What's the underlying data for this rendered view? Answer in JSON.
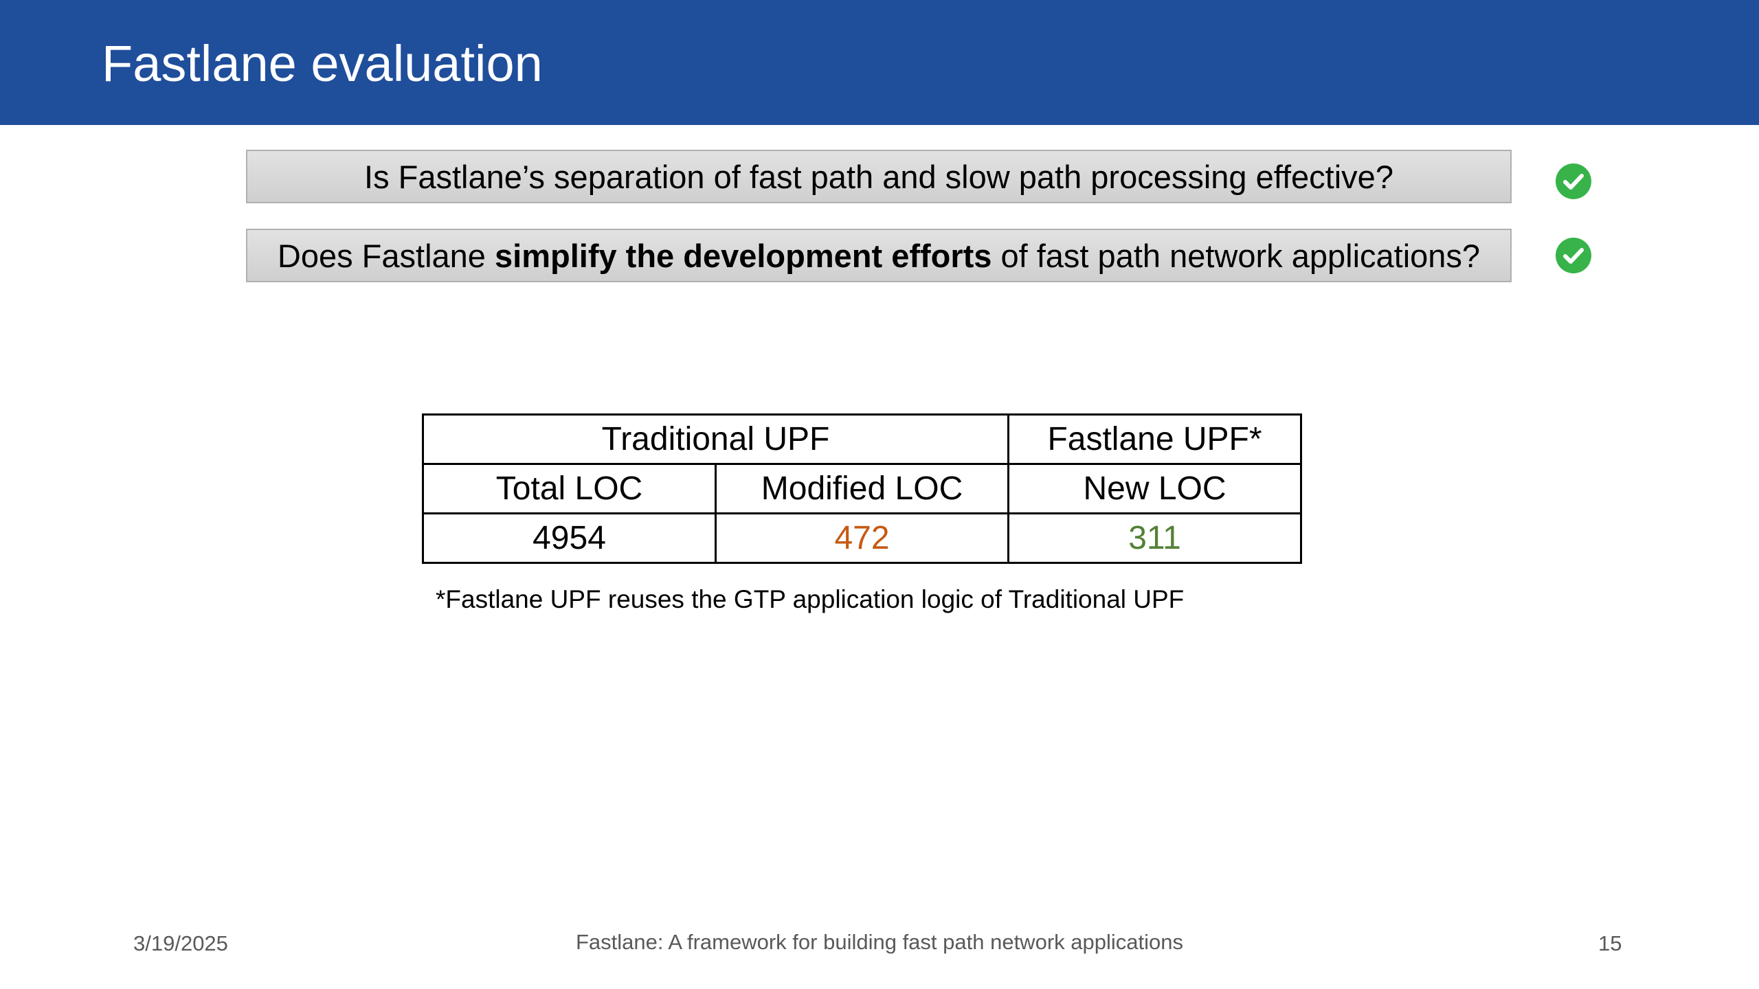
{
  "slide": {
    "title": "Fastlane evaluation",
    "accent_color": "#1f4e9b"
  },
  "questions": [
    {
      "text": "Is Fastlane’s separation of fast path and slow path processing effective?",
      "status_icon": "check-circle-icon",
      "status_color": "#37b34a"
    },
    {
      "prefix": "Does Fastlane ",
      "emphasis": "simplify the development efforts",
      "suffix": " of fast path network applications?",
      "status_icon": "check-circle-icon",
      "status_color": "#37b34a"
    }
  ],
  "table": {
    "group_headers": [
      "Traditional UPF",
      "Fastlane UPF*"
    ],
    "column_headers": [
      "Total LOC",
      "Modified LOC",
      "New LOC"
    ],
    "values": [
      "4954",
      "472",
      "311"
    ],
    "value_colors": [
      "#000000",
      "#c55a11",
      "#538135"
    ]
  },
  "footnote": "*Fastlane UPF reuses the GTP application logic of Traditional UPF",
  "footer": {
    "date": "3/19/2025",
    "center_text": "Fastlane: A framework for building fast path network applications",
    "page_number": "15"
  }
}
